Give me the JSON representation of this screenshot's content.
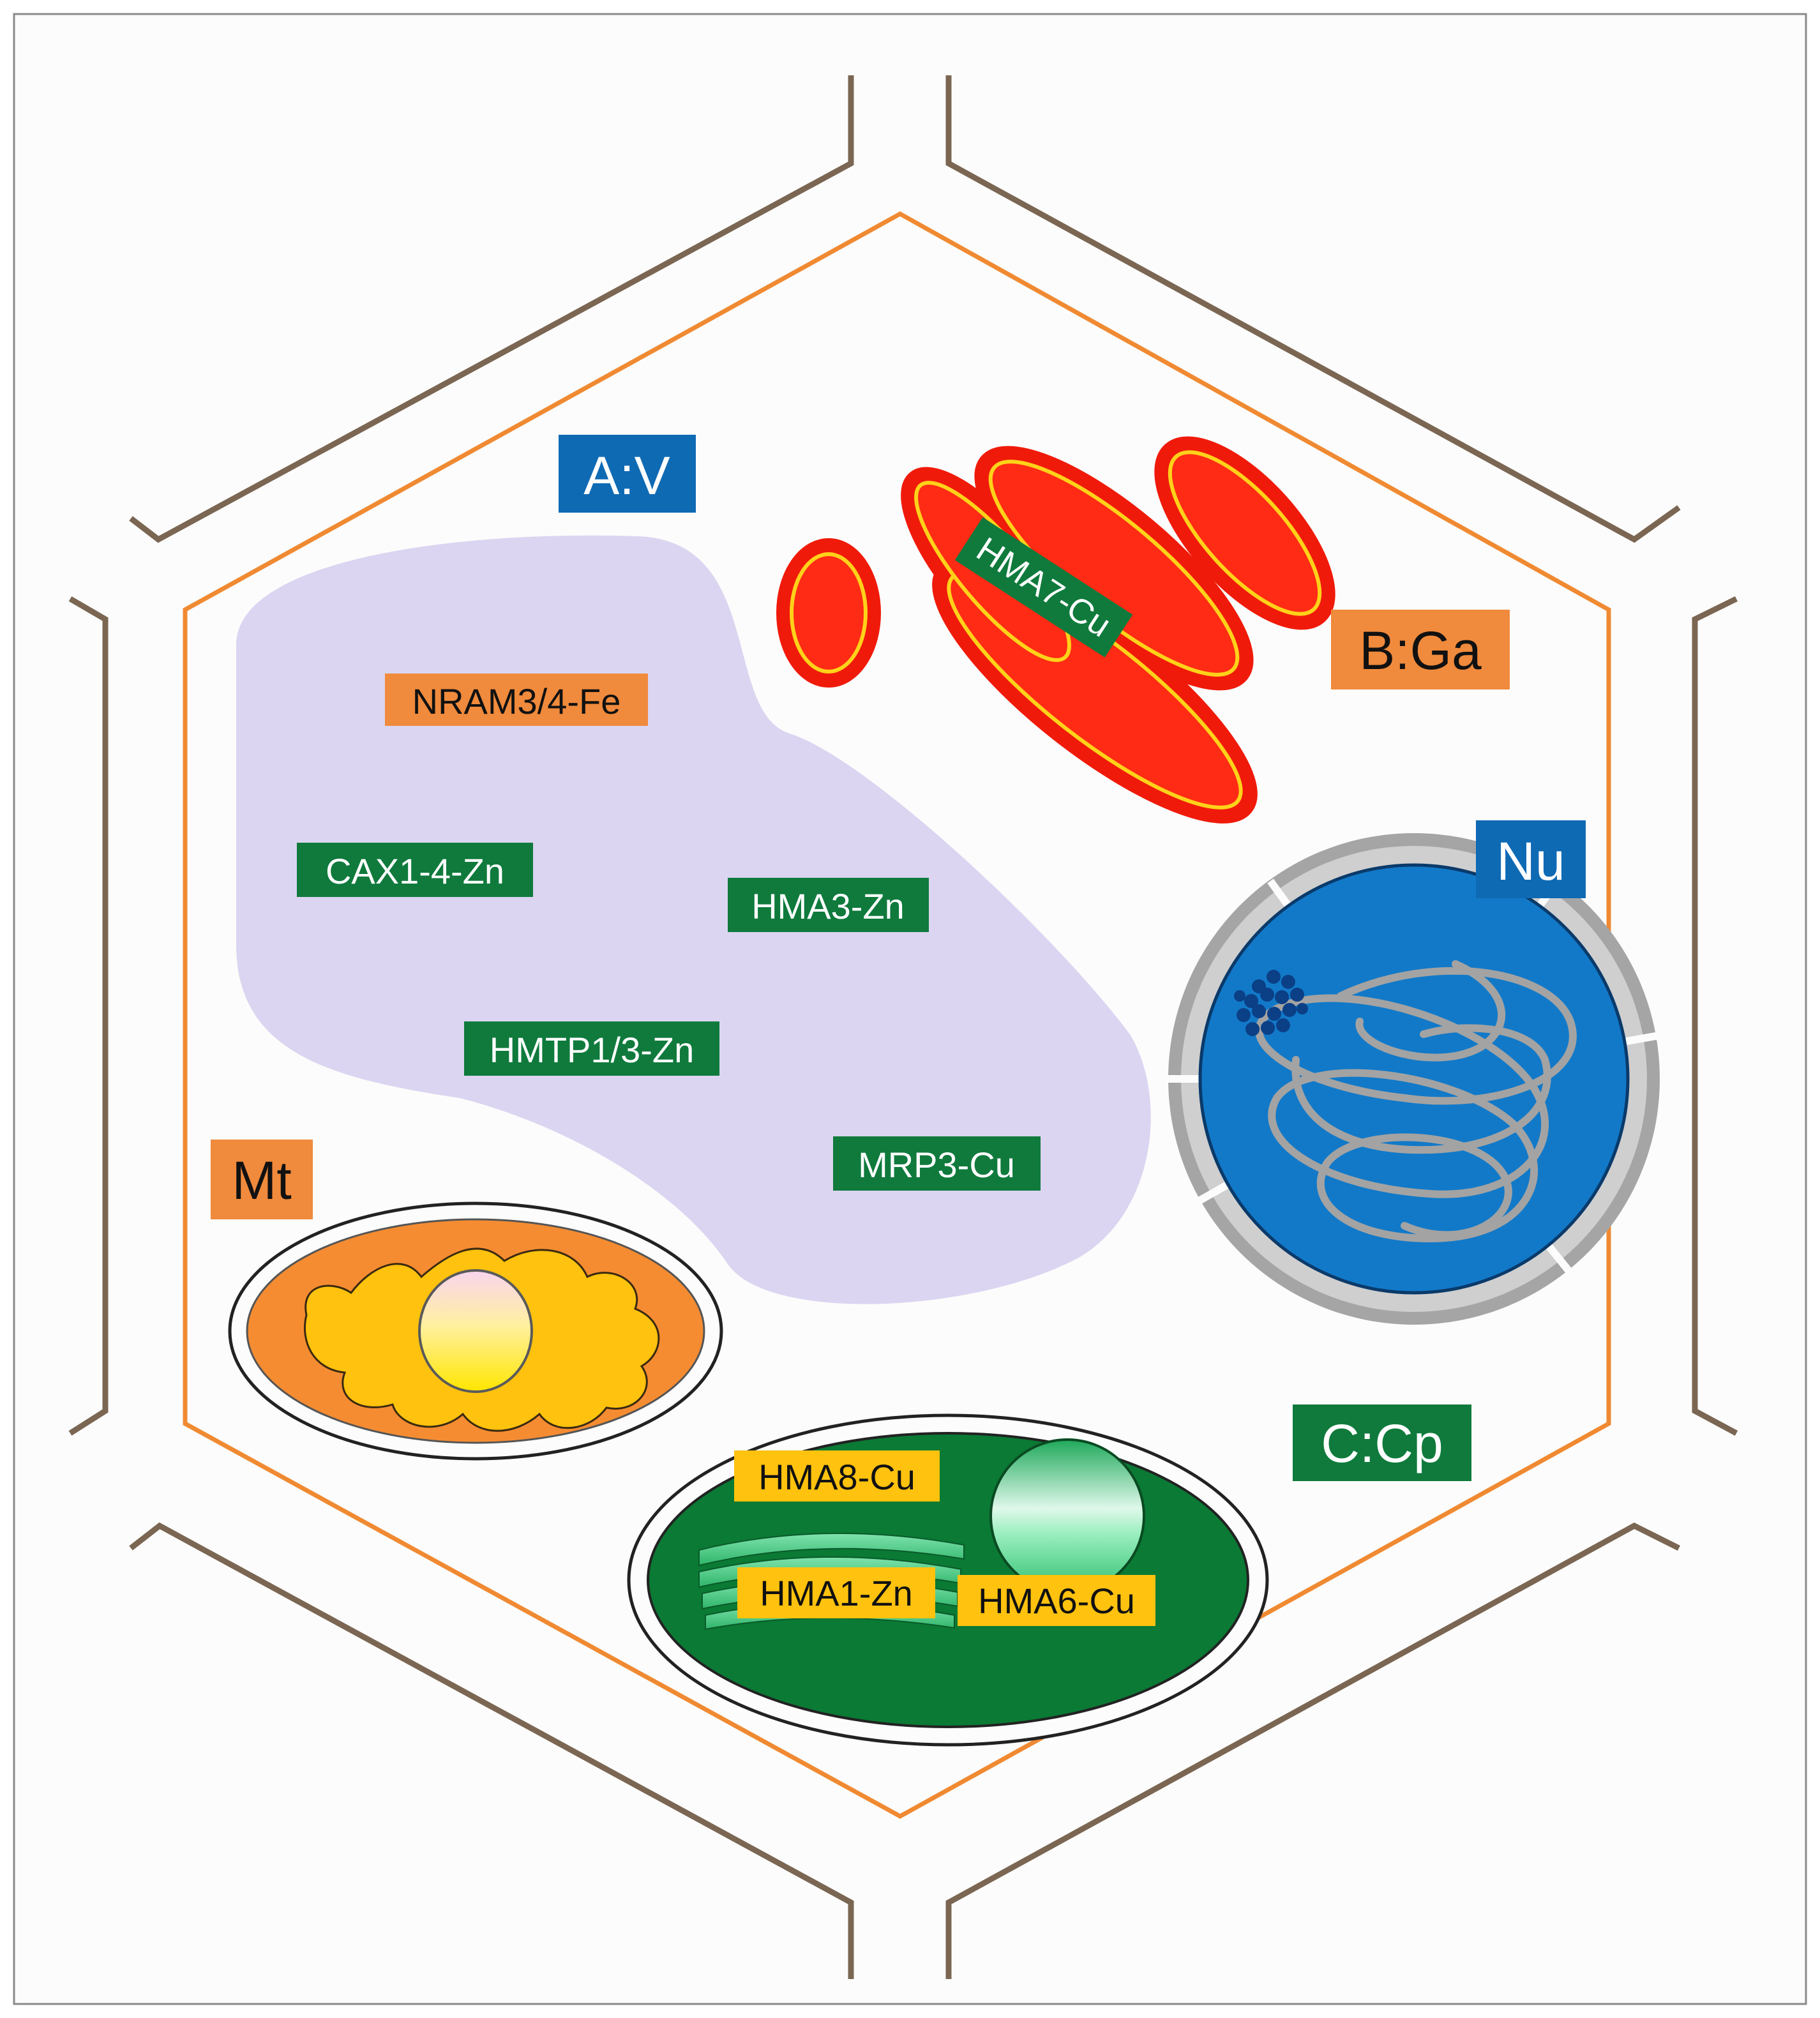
{
  "organelle_labels": {
    "vacuole": "A:V",
    "golgi": "B:Ga",
    "nucleus": "Nu",
    "mitochondrion": "Mt",
    "chloroplast": "C:Cp"
  },
  "vacuole_transporters": {
    "nram": "NRAM3/4-Fe",
    "cax": "CAX1-4-Zn",
    "hma3": "HMA3-Zn",
    "hmtp": "HMTP1/3-Zn",
    "mrp3": "MRP3-Cu"
  },
  "golgi_transporters": {
    "hma7": "HMA7-Cu"
  },
  "chloroplast_transporters": {
    "hma8": "HMA8-Cu",
    "hma1": "HMA1-Zn",
    "hma6": "HMA6-Cu"
  },
  "colors": {
    "cell_wall": "#7a6652",
    "plasma_membrane": "#f08a32",
    "vacuole": "#dbd5f1",
    "label_blue": "#0f6ab4",
    "label_orange": "#f08a3c",
    "label_green": "#0f7a3c",
    "label_yellow": "#ffc20e",
    "golgi_red": "#ff2b14",
    "golgi_yellow": "#ffd21a",
    "nucleus_blue": "#1279c8",
    "nuclear_envelope": "#c8c8c8",
    "chromatin": "#a0a0a0",
    "mito_orange": "#f58c32",
    "mito_yellow": "#ffc20e",
    "chloroplast_green": "#0a7a34",
    "thylakoid_green": "#4fd08a"
  }
}
